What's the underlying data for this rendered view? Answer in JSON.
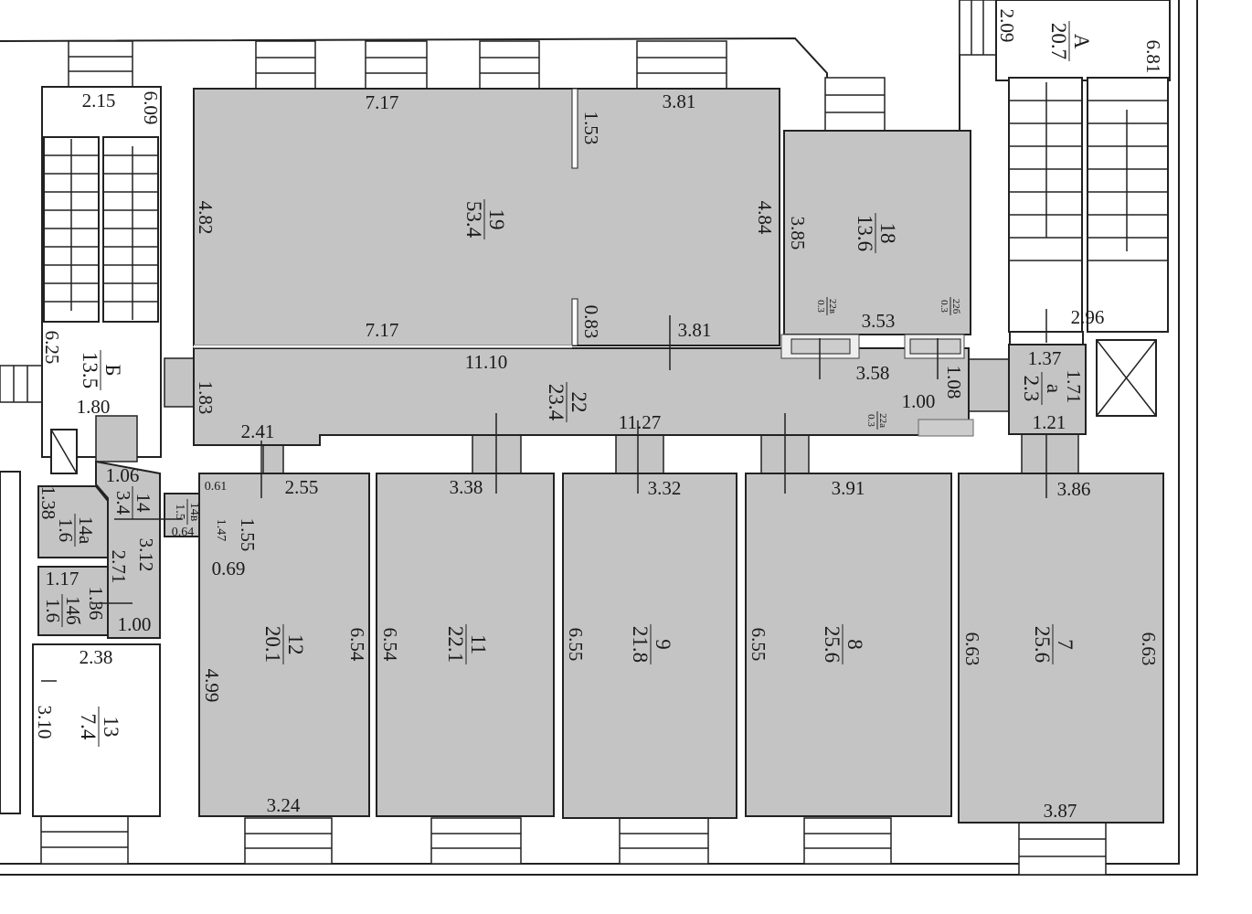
{
  "title": "Floor plan",
  "rooms": {
    "A": {
      "num": "A",
      "area": "20.7",
      "dims": [
        "2.09",
        "6.81"
      ]
    },
    "B": {
      "num": "Б",
      "area": "13.5",
      "dims": [
        "2.15",
        "6.09",
        "6.25",
        "1.80"
      ]
    },
    "r19": {
      "num": "19",
      "area": "53.4",
      "dims": [
        "7.17",
        "3.81",
        "1.53",
        "4.82",
        "4.84",
        "7.17",
        "0.83",
        "3.81"
      ]
    },
    "r18": {
      "num": "18",
      "area": "13.6",
      "dims": [
        "3.85",
        "3.53"
      ]
    },
    "r22": {
      "num": "22",
      "area": "23.4",
      "dims": [
        "11.10",
        "1.83",
        "2.41",
        "11.27",
        "3.58",
        "1.08",
        "1.00"
      ]
    },
    "r22a": {
      "num": "22а",
      "area": "0.3"
    },
    "r22b": {
      "num": "22б",
      "area": "0.3"
    },
    "r22v": {
      "num": "22в",
      "area": "0.3"
    },
    "ra": {
      "num": "а",
      "area": "2.3",
      "dims": [
        "1.37",
        "1.71",
        "1.21",
        "2.96"
      ]
    },
    "r14": {
      "num": "14",
      "area": "3.4",
      "dims": [
        "1.06",
        "3.12",
        "2.71",
        "1.00"
      ]
    },
    "r14a": {
      "num": "14а",
      "area": "1.6",
      "dims": [
        "1.38"
      ]
    },
    "r14b": {
      "num": "14б",
      "area": "1.6",
      "dims": [
        "1.17",
        "1.36"
      ]
    },
    "r14v": {
      "num": "14в",
      "area": "1.5",
      "dims": [
        "0.61",
        "0.64",
        "1.47"
      ]
    },
    "r12": {
      "num": "12",
      "area": "20.1",
      "dims": [
        "2.55",
        "1.55",
        "0.69",
        "6.54",
        "4.99",
        "3.24"
      ]
    },
    "r11": {
      "num": "11",
      "area": "22.1",
      "dims": [
        "3.38",
        "6.54"
      ]
    },
    "r9": {
      "num": "9",
      "area": "21.8",
      "dims": [
        "3.32",
        "6.55"
      ]
    },
    "r8": {
      "num": "8",
      "area": "25.6",
      "dims": [
        "3.91",
        "6.55"
      ]
    },
    "r7": {
      "num": "7",
      "area": "25.6",
      "dims": [
        "3.86",
        "6.63",
        "6.63",
        "3.87"
      ]
    },
    "r13": {
      "num": "13",
      "area": "7.4",
      "dims": [
        "2.38",
        "3.10"
      ]
    }
  }
}
